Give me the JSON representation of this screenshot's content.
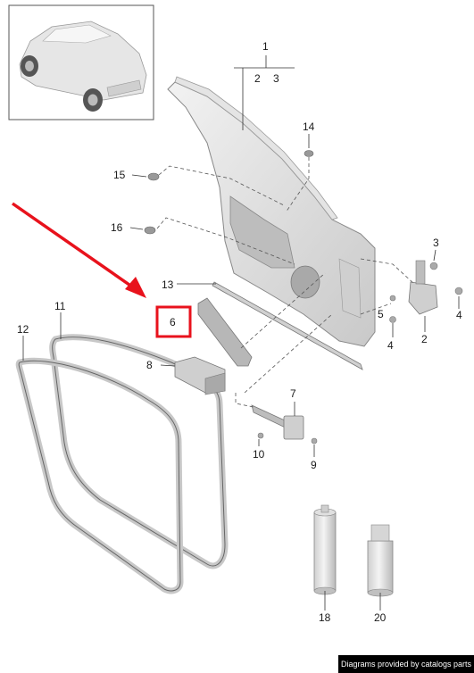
{
  "diagram": {
    "callouts": {
      "c1": "1",
      "c1_2": "2",
      "c1_3": "3",
      "c2": "2",
      "c3": "3",
      "c4a": "4",
      "c4b": "4",
      "c5": "5",
      "c6": "6",
      "c7": "7",
      "c8": "8",
      "c9": "9",
      "c10": "10",
      "c11": "11",
      "c12": "12",
      "c13": "13",
      "c14": "14",
      "c15": "15",
      "c16": "16",
      "c18": "18",
      "c20": "20"
    },
    "highlight": {
      "part": "6",
      "color": "#e8121c"
    },
    "arrow_color": "#e8121c",
    "part_color": "#d8d8d8",
    "line_color": "#333333"
  },
  "footer": {
    "credit": "Diagrams provided by catalogs parts"
  }
}
